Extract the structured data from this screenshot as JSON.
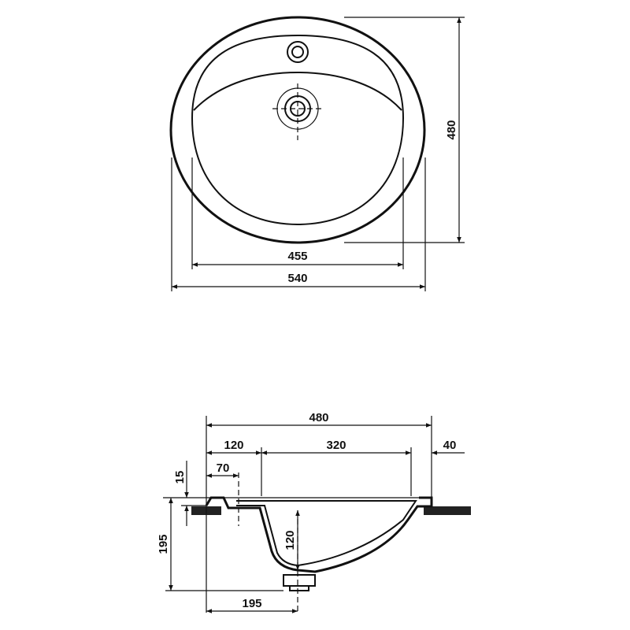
{
  "top_view": {
    "width_outer": "540",
    "width_inner": "455",
    "depth": "480"
  },
  "side_view": {
    "total_width": "480",
    "left_rim": "120",
    "bowl_width": "320",
    "right_rim": "40",
    "drain_offset": "70",
    "rim_thickness": "15",
    "total_height": "195",
    "bowl_depth": "120",
    "drain_position": "195"
  }
}
